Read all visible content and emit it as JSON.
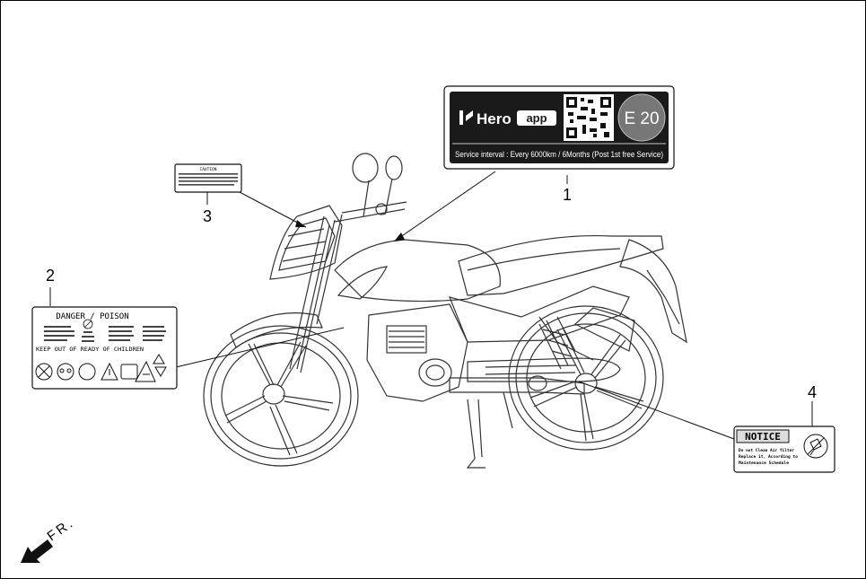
{
  "callouts": [
    "1",
    "2",
    "3",
    "4"
  ],
  "label1": {
    "brand": "Hero",
    "app": "app",
    "badge": "E 20",
    "service": "Service interval : Every 6000km / 6Months (Post 1st free Service)"
  },
  "label2": {
    "title": "DANGER / POISON",
    "footer": "KEEP OUT OF READY OF CHILDREN"
  },
  "label3": {
    "title": "CAUTION"
  },
  "label4": {
    "title": "NOTICE",
    "line1": "Do not Clean Air filter",
    "line2": "Replace it, According to",
    "line3": "Maintenance Schedule"
  },
  "direction": "FR."
}
